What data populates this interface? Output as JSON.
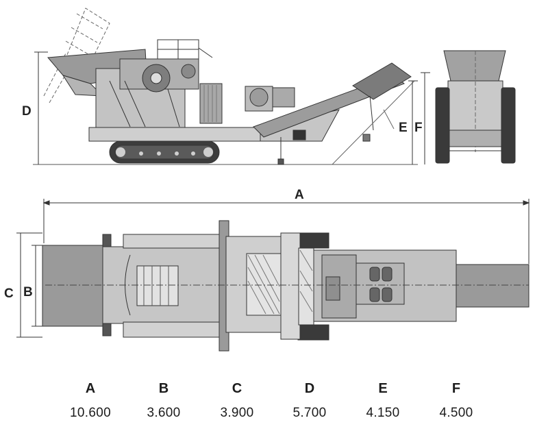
{
  "dimension_labels": {
    "side_view": {
      "overall_height": "D",
      "discharge_height_e": "E",
      "discharge_height_f": "F"
    },
    "top_view": {
      "overall_length": "A",
      "overall_width": "C",
      "track_width": "B"
    }
  },
  "dimension_table": [
    {
      "letter": "A",
      "value": "10.600"
    },
    {
      "letter": "B",
      "value": "3.600"
    },
    {
      "letter": "C",
      "value": "3.900"
    },
    {
      "letter": "D",
      "value": "5.700"
    },
    {
      "letter": "E",
      "value": "4.150"
    },
    {
      "letter": "F",
      "value": "4.500"
    }
  ],
  "colors": {
    "line": "#333333",
    "machine_fill": "#bdbdbd",
    "machine_dark": "#8c8c8c",
    "belt_fill": "#9e9e9e",
    "track_dark": "#3a3a3a"
  }
}
